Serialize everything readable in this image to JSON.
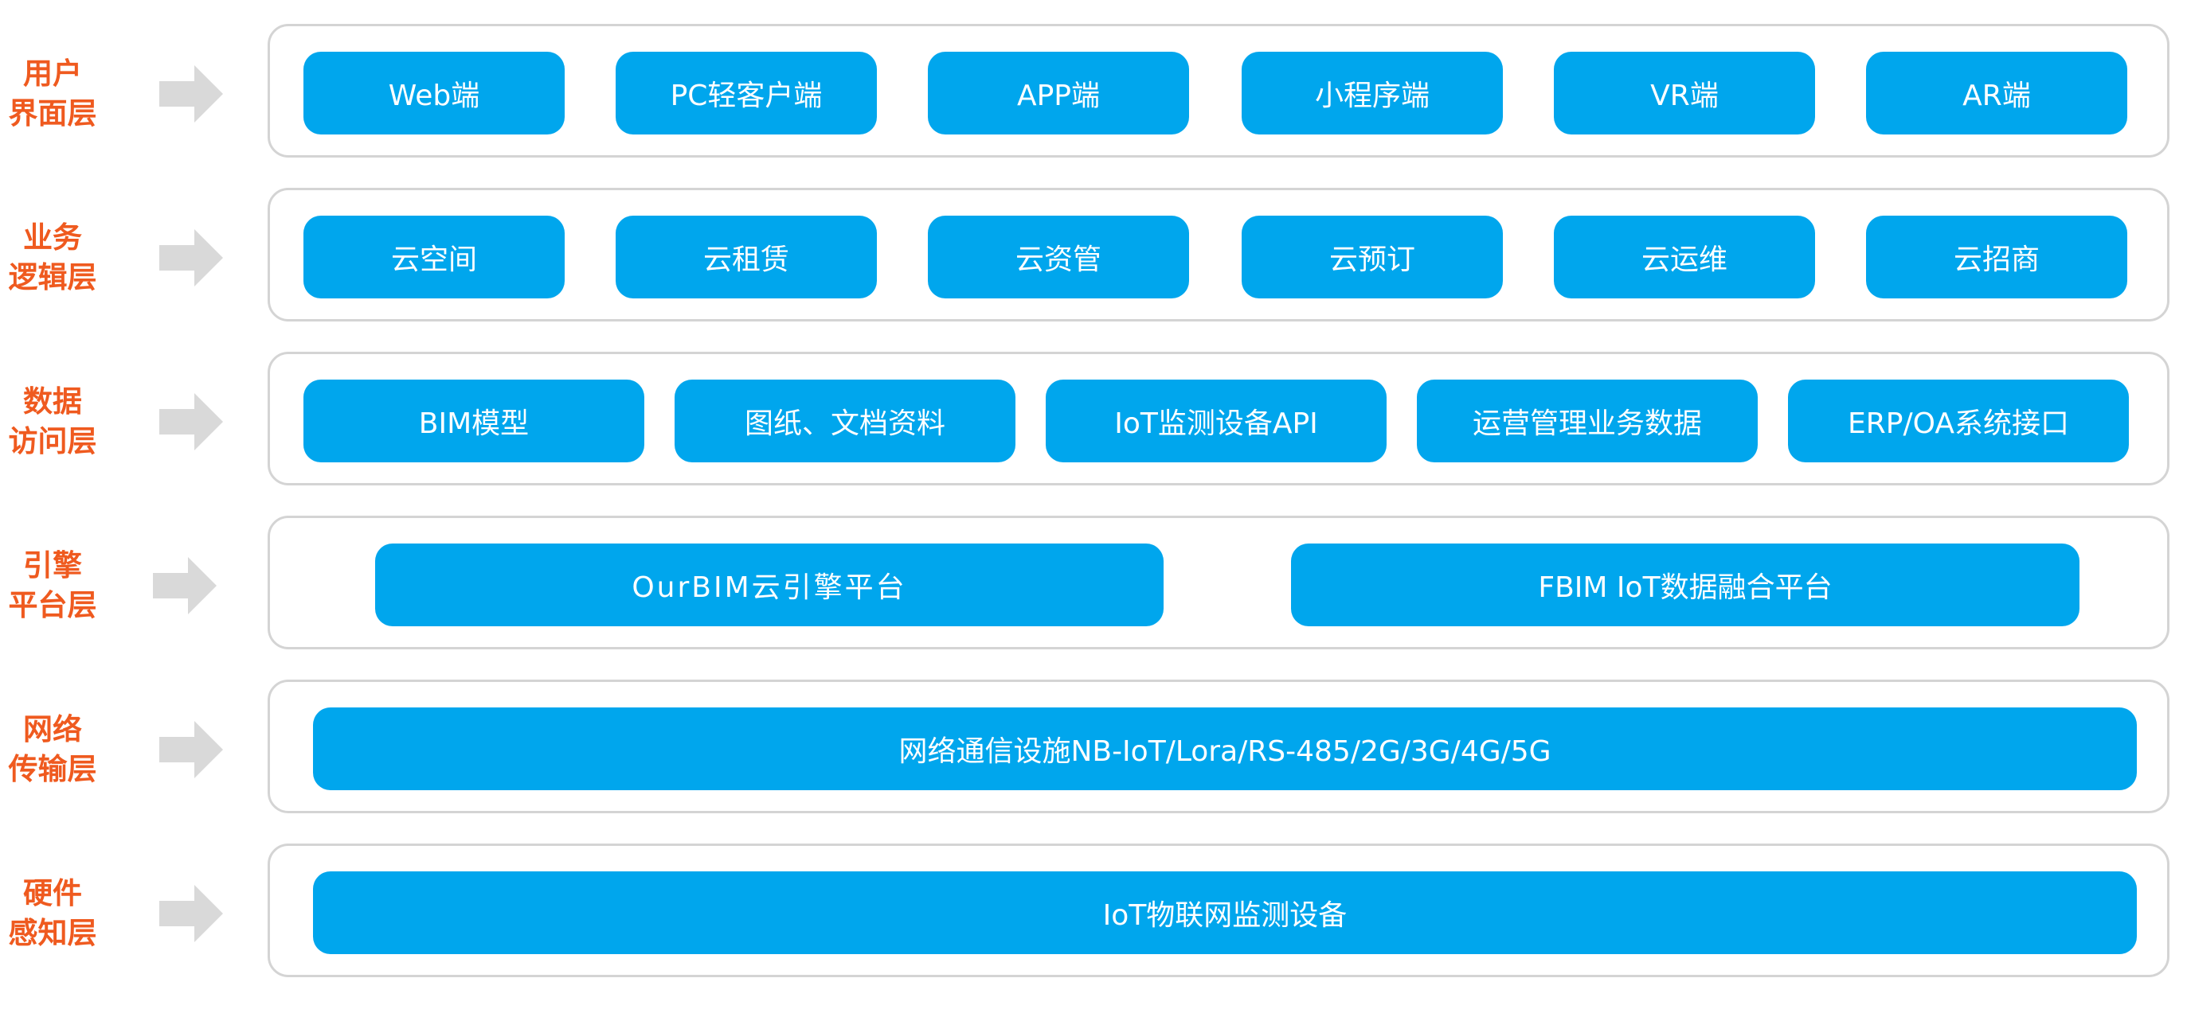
{
  "layers": [
    {
      "label": "用户\n界面层",
      "modules": [
        "Web端",
        "PC轻客户端",
        "APP端",
        "小程序端",
        "VR端",
        "AR端"
      ]
    },
    {
      "label": "业务\n逻辑层",
      "modules": [
        "云空间",
        "云租赁",
        "云资管",
        "云预订",
        "云运维",
        "云招商"
      ]
    },
    {
      "label": "数据\n访问层",
      "modules": [
        "BIM模型",
        "图纸、文档资料",
        "IoT监测设备API",
        "运营管理业务数据",
        "ERP/OA系统接口"
      ]
    },
    {
      "label": "引擎\n平台层",
      "modules": [
        "OurBIM云引擎平台",
        "FBIM IoT数据融合平台"
      ]
    },
    {
      "label": "网络\n传输层",
      "modules": [
        "网络通信设施NB-IoT/Lora/RS-485/2G/3G/4G/5G"
      ]
    },
    {
      "label": "硬件\n感知层",
      "modules": [
        "IoT物联网监测设备"
      ]
    }
  ],
  "colors": {
    "accent_label": "#ef5a1f",
    "module_fill": "#00a6ed",
    "arrow": "#d9d9d9",
    "panel_border": "#d4d4d4"
  },
  "icons": {
    "arrow": "right-arrow-icon"
  }
}
